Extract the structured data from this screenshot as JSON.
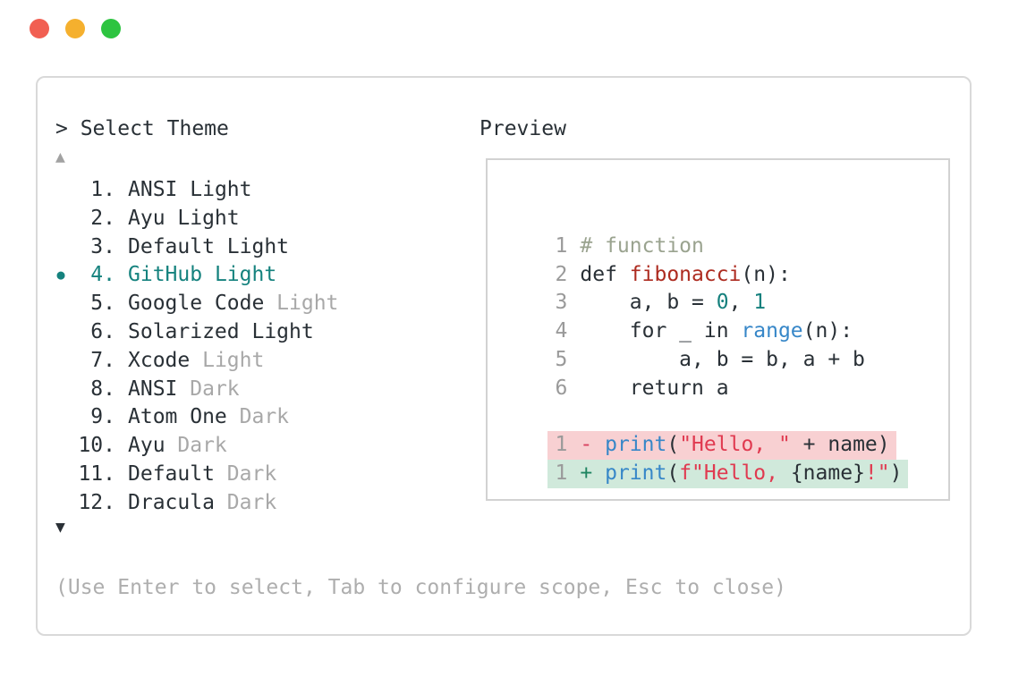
{
  "window": {
    "traffic_lights": [
      {
        "name": "close",
        "color": "#f15f52"
      },
      {
        "name": "minimize",
        "color": "#f5b02e"
      },
      {
        "name": "zoom",
        "color": "#2dc440"
      }
    ]
  },
  "theme_picker": {
    "prompt": "> Select Theme",
    "scroll_up": "▲",
    "scroll_down": "▼",
    "selected_bullet": "●",
    "items": [
      {
        "number": "1.",
        "name": "ANSI",
        "variant": "Light",
        "variant_muted": false,
        "selected": false
      },
      {
        "number": "2.",
        "name": "Ayu",
        "variant": "Light",
        "variant_muted": false,
        "selected": false
      },
      {
        "number": "3.",
        "name": "Default",
        "variant": "Light",
        "variant_muted": false,
        "selected": false
      },
      {
        "number": "4.",
        "name": "GitHub",
        "variant": "Light",
        "variant_muted": false,
        "selected": true
      },
      {
        "number": "5.",
        "name": "Google Code",
        "variant": "Light",
        "variant_muted": true,
        "selected": false
      },
      {
        "number": "6.",
        "name": "Solarized",
        "variant": "Light",
        "variant_muted": false,
        "selected": false
      },
      {
        "number": "7.",
        "name": "Xcode",
        "variant": "Light",
        "variant_muted": true,
        "selected": false
      },
      {
        "number": "8.",
        "name": "ANSI",
        "variant": "Dark",
        "variant_muted": true,
        "selected": false
      },
      {
        "number": "9.",
        "name": "Atom One",
        "variant": "Dark",
        "variant_muted": true,
        "selected": false
      },
      {
        "number": "10.",
        "name": "Ayu",
        "variant": "Dark",
        "variant_muted": true,
        "selected": false
      },
      {
        "number": "11.",
        "name": "Default",
        "variant": "Dark",
        "variant_muted": true,
        "selected": false
      },
      {
        "number": "12.",
        "name": "Dracula",
        "variant": "Dark",
        "variant_muted": true,
        "selected": false
      }
    ],
    "hint": "(Use Enter to select, Tab to configure scope, Esc to close)"
  },
  "preview": {
    "title": "Preview",
    "code_lines": [
      {
        "num": "1",
        "tokens": [
          [
            "# function",
            "comment"
          ]
        ]
      },
      {
        "num": "2",
        "tokens": [
          [
            "def ",
            "plain"
          ],
          [
            "fibonacci",
            "func"
          ],
          [
            "(n):",
            "plain"
          ]
        ]
      },
      {
        "num": "3",
        "tokens": [
          [
            "    a, b = ",
            "plain"
          ],
          [
            "0",
            "number"
          ],
          [
            ", ",
            "plain"
          ],
          [
            "1",
            "number"
          ]
        ]
      },
      {
        "num": "4",
        "tokens": [
          [
            "    for _ in ",
            "plain"
          ],
          [
            "range",
            "builtin"
          ],
          [
            "(n):",
            "plain"
          ]
        ]
      },
      {
        "num": "5",
        "tokens": [
          [
            "        a, b = b, a + b",
            "plain"
          ]
        ]
      },
      {
        "num": "6",
        "tokens": [
          [
            "    return a",
            "plain"
          ]
        ]
      },
      {
        "num": "",
        "tokens": []
      },
      {
        "num": "1",
        "bg": "removed",
        "tokens": [
          [
            "- ",
            "minus"
          ],
          [
            "print",
            "builtin"
          ],
          [
            "(",
            "plain"
          ],
          [
            "\"Hello, \"",
            "string"
          ],
          [
            " + name)",
            "plain"
          ]
        ]
      },
      {
        "num": "1",
        "bg": "added",
        "tokens": [
          [
            "+ ",
            "plus"
          ],
          [
            "print",
            "builtin"
          ],
          [
            "(",
            "plain"
          ],
          [
            "f\"Hello, ",
            "string"
          ],
          [
            "{name}",
            "plain"
          ],
          [
            "!\"",
            "string"
          ],
          [
            ")",
            "plain"
          ]
        ]
      }
    ],
    "colors": {
      "selection_teal": "#15827e",
      "comment": "#9aa38f",
      "function_name": "#ad2b20",
      "number_literal": "#15807d",
      "builtin": "#3787c8",
      "string": "#e03a50",
      "diff_removed_bg": "#f8d0d2",
      "diff_added_bg": "#d0e9db",
      "diff_minus": "#d8415f",
      "diff_plus": "#1e8460"
    }
  }
}
